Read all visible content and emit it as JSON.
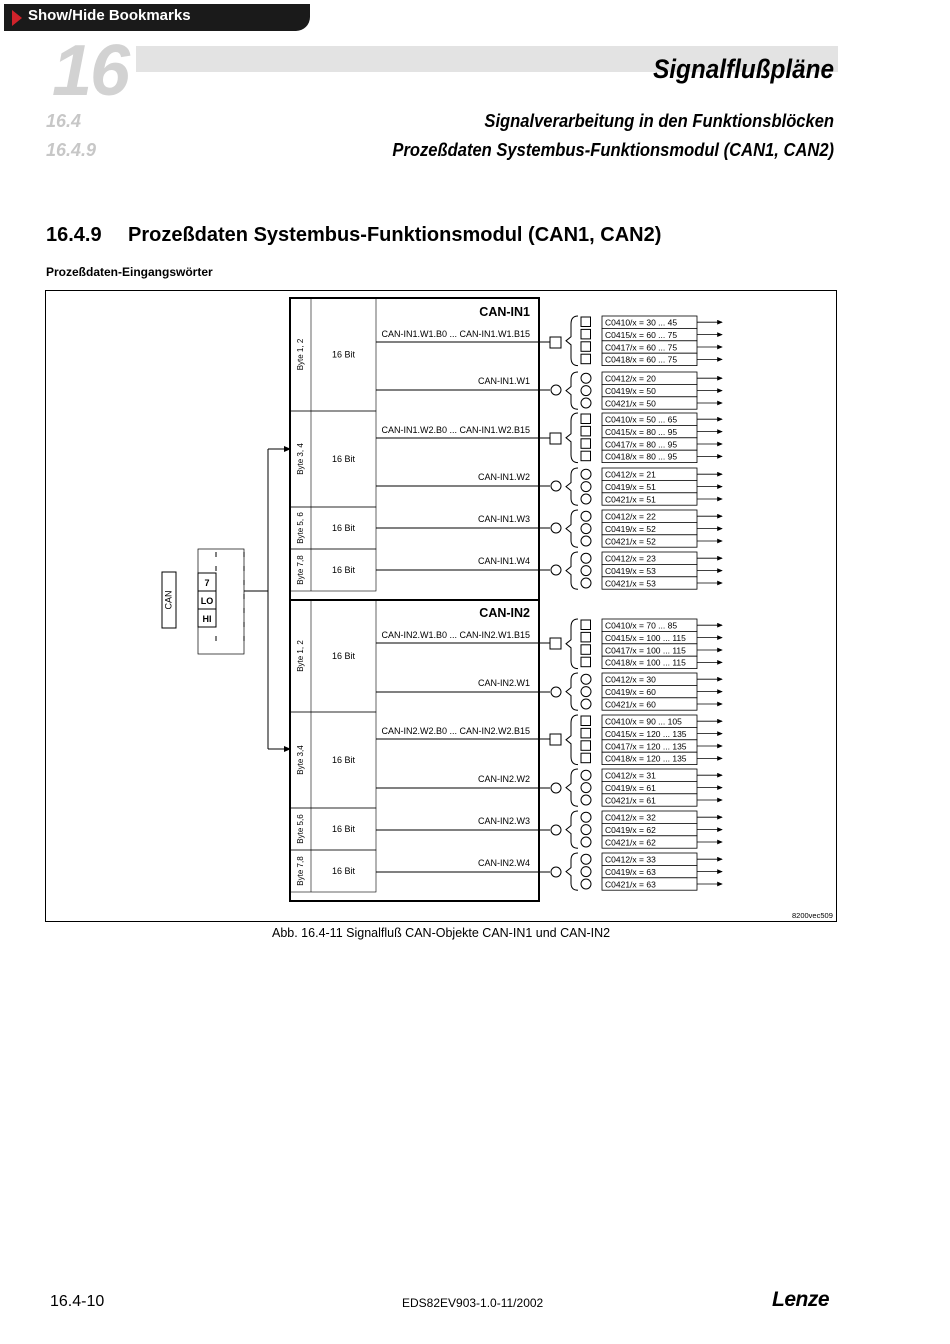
{
  "bookmarks": {
    "label": "Show/Hide Bookmarks"
  },
  "header": {
    "chapter": "16",
    "title": "Signalflußpläne",
    "sections": [
      {
        "num": "16.4",
        "title": "Signalverarbeitung in den Funktionsblöcken"
      },
      {
        "num": "16.4.9",
        "title": "Prozeßdaten Systembus-Funktionsmodul (CAN1, CAN2)"
      }
    ]
  },
  "heading": {
    "num": "16.4.9",
    "title": "Prozeßdaten Systembus-Funktionsmodul (CAN1, CAN2)"
  },
  "subheading": "Prozeßdaten-Eingangswörter",
  "diagram": {
    "can_label": "CAN",
    "connector_labels": [
      "7",
      "LO",
      "HI"
    ],
    "bit_label": "16 Bit",
    "blocks": [
      {
        "title": "CAN-IN1",
        "rows": [
          {
            "byte": "Byte 1, 2",
            "bits_label": "CAN-IN1.W1.B0 ... CAN-IN1.W1.B15",
            "word_label": "CAN-IN1.W1",
            "bit_codes": [
              "C0410/x = 30 ... 45",
              "C0415/x = 60 ... 75",
              "C0417/x = 60 ... 75",
              "C0418/x = 60 ... 75"
            ],
            "word_codes": [
              "C0412/x = 20",
              "C0419/x = 50",
              "C0421/x = 50"
            ]
          },
          {
            "byte": "Byte 3, 4",
            "bits_label": "CAN-IN1.W2.B0 ... CAN-IN1.W2.B15",
            "word_label": "CAN-IN1.W2",
            "bit_codes": [
              "C0410/x = 50 ... 65",
              "C0415/x = 80 ... 95",
              "C0417/x = 80 ... 95",
              "C0418/x = 80 ... 95"
            ],
            "word_codes": [
              "C0412/x = 21",
              "C0419/x = 51",
              "C0421/x = 51"
            ]
          },
          {
            "byte": "Byte 5, 6",
            "bits_label": "",
            "word_label": "CAN-IN1.W3",
            "bit_codes": [],
            "word_codes": [
              "C0412/x = 22",
              "C0419/x = 52",
              "C0421/x = 52"
            ]
          },
          {
            "byte": "Byte 7,8",
            "bits_label": "",
            "word_label": "CAN-IN1.W4",
            "bit_codes": [],
            "word_codes": [
              "C0412/x = 23",
              "C0419/x = 53",
              "C0421/x = 53"
            ]
          }
        ]
      },
      {
        "title": "CAN-IN2",
        "rows": [
          {
            "byte": "Byte 1, 2",
            "bits_label": "CAN-IN2.W1.B0 ... CAN-IN2.W1.B15",
            "word_label": "CAN-IN2.W1",
            "bit_codes": [
              "C0410/x = 70 ... 85",
              "C0415/x = 100 ... 115",
              "C0417/x = 100 ... 115",
              "C0418/x = 100 ... 115"
            ],
            "word_codes": [
              "C0412/x = 30",
              "C0419/x = 60",
              "C0421/x = 60"
            ]
          },
          {
            "byte": "Byte 3,4",
            "bits_label": "CAN-IN2.W2.B0 ... CAN-IN2.W2.B15",
            "word_label": "CAN-IN2.W2",
            "bit_codes": [
              "C0410/x = 90 ... 105",
              "C0415/x = 120 ... 135",
              "C0417/x = 120 ... 135",
              "C0418/x = 120 ... 135"
            ],
            "word_codes": [
              "C0412/x = 31",
              "C0419/x = 61",
              "C0421/x = 61"
            ]
          },
          {
            "byte": "Byte 5,6",
            "bits_label": "",
            "word_label": "CAN-IN2.W3",
            "bit_codes": [],
            "word_codes": [
              "C0412/x = 32",
              "C0419/x = 62",
              "C0421/x = 62"
            ]
          },
          {
            "byte": "Byte 7,8",
            "bits_label": "",
            "word_label": "CAN-IN2.W4",
            "bit_codes": [],
            "word_codes": [
              "C0412/x = 33",
              "C0419/x = 63",
              "C0421/x = 63"
            ]
          }
        ]
      }
    ],
    "code_ref": "8200vec509"
  },
  "caption": "Abb. 16.4-11  Signalfluß CAN-Objekte CAN-IN1 und CAN-IN2",
  "footer": {
    "page": "16.4-10",
    "doc": "EDS82EV903-1.0-11/2002",
    "logo": "Lenze"
  }
}
